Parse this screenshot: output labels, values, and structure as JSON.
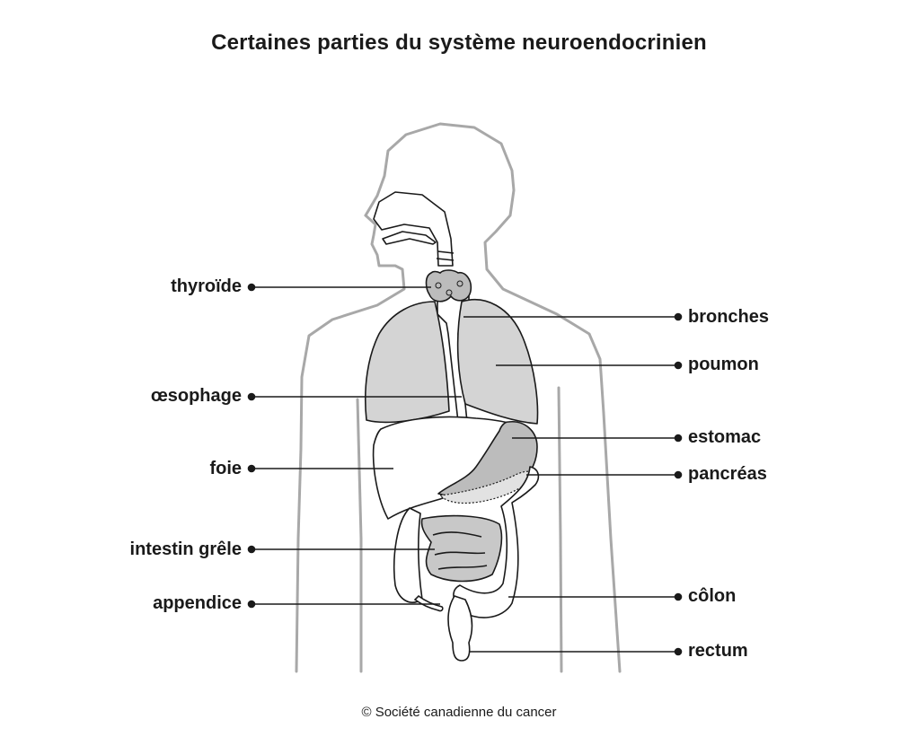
{
  "title": "Certaines parties du système neuroendocrinien",
  "labels": {
    "thyroide": "thyroïde",
    "oesophage": "œsophage",
    "foie": "foie",
    "intestin_grele": "intestin grêle",
    "appendice": "appendice",
    "bronches": "bronches",
    "poumon": "poumon",
    "estomac": "estomac",
    "pancreas": "pancréas",
    "colon": "côlon",
    "rectum": "rectum"
  },
  "credit": "© Société canadienne du cancer",
  "colors": {
    "body_outline": "#a8a8a8",
    "organ_fill": "#d4d4d4",
    "organ_dark": "#bcbcbc",
    "line": "#1a1a1a"
  }
}
